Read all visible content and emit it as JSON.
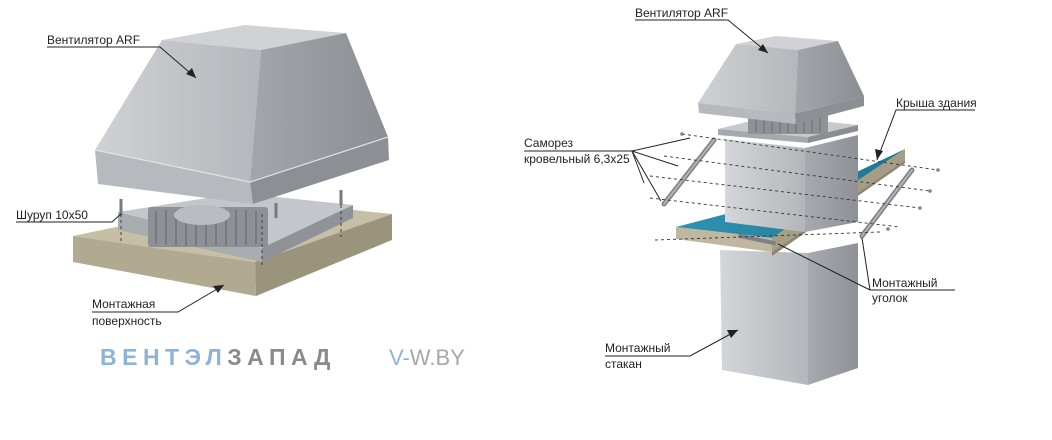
{
  "left_labels": {
    "fan": "Вентилятор ARF",
    "screw": "Шуруп 10x50",
    "mount_surface_line1": "Монтажная",
    "mount_surface_line2": "поверхность"
  },
  "right_labels": {
    "fan": "Вентилятор ARF",
    "roof": "Крыша здания",
    "self_tapping_line1": "Саморез",
    "self_tapping_line2": "кровельный 6,3x25",
    "angle_line1": "Монтажный",
    "angle_line2": "уголок",
    "sleeve_line1": "Монтажный",
    "sleeve_line2": "стакан"
  },
  "watermark": {
    "brand_part1": "ВЕНТЭЛ",
    "brand_part2": "ЗАПАД",
    "site_part1": "V-",
    "site_part2": "W.BY"
  },
  "colors": {
    "housing": "#b9bcc0",
    "surface": "#b5ad94",
    "roof": "#2b88a6",
    "brand_blue": "#8cb4d8",
    "brand_gray": "#8a8a8a"
  }
}
